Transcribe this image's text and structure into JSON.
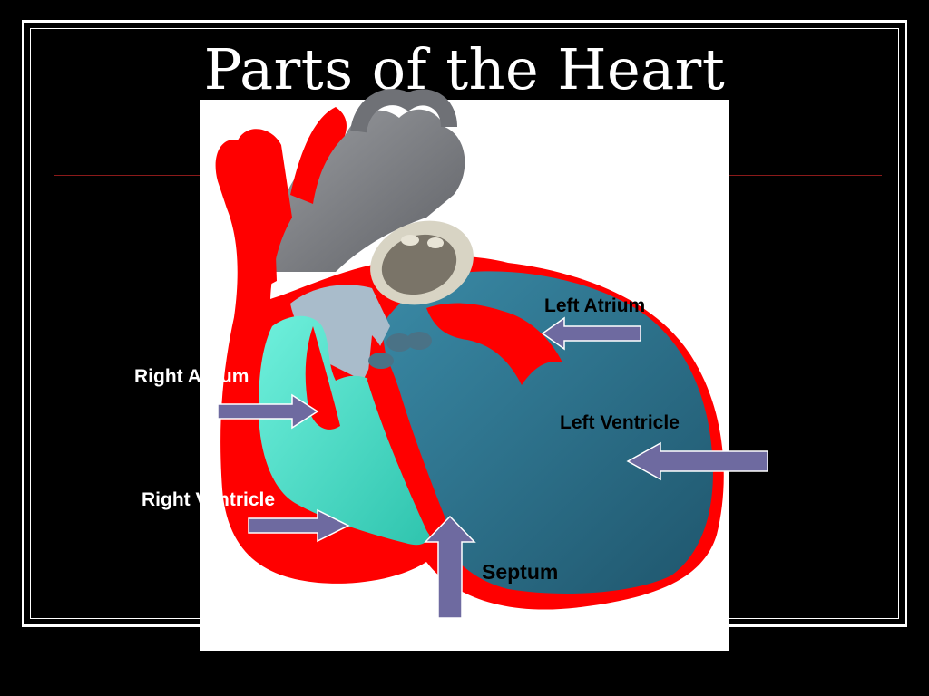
{
  "slide": {
    "title": "Parts of the Heart"
  },
  "labels": {
    "left_atrium": "Left Atrium",
    "right_atrium": "Right Atrium",
    "left_ventricle": "Left Ventricle",
    "right_ventricle": "Right Ventricle",
    "septum": "Septum"
  },
  "colors": {
    "background": "#000000",
    "frame": "#ffffff",
    "heart_wall": "#ff0000",
    "vessels": "#7c7e82",
    "right_chambers": "#3ed6c0",
    "left_chambers": "#2c6f88",
    "arrow_fill": "#6e6aa0",
    "arrow_stroke": "#ffffff"
  }
}
